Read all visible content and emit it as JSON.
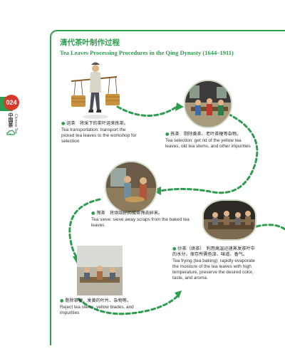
{
  "page": {
    "number": "024",
    "side_title_cn": "中国茶",
    "side_title_en": "Chinese Tea"
  },
  "title": {
    "cn": "清代茶叶制作过程",
    "en": "Tea Leaves Processing Procedures in the Qing Dynasty (1644–1911)"
  },
  "steps": [
    {
      "cn": "运茶　将采下的茶叶运来拣茶。",
      "en": "Tea transportation: transport the picked tea leaves to the workshop for selection"
    },
    {
      "cn": "拣茶　剔除黄茶、老叶茶梗等杂物。",
      "en": "Tea selection: get rid of the yellow tea leaves, old tea stems, and other impurities"
    },
    {
      "cn": "筛茶　将烘焙好的成茶筛去碎末。",
      "en": "Tea sieve: sieve away scraps from the baked tea leaves"
    },
    {
      "cn": "炒茶（烘茶）　利用高温迅速蒸发茶叶中的水分，保存所需色泽、味道、香气。",
      "en": "Tea frying (tea baking): rapidly evaporate the moisture of the tea leaves with high temperature, preserve the desired color, taste, and aroma."
    },
    {
      "cn": "剔除茶梗、发黄的叶片、杂物等。",
      "en": "Reject tea stems, yellow blades, and impurities"
    }
  ],
  "colors": {
    "accent": "#2e9d4f",
    "badge": "#d63a2f"
  }
}
